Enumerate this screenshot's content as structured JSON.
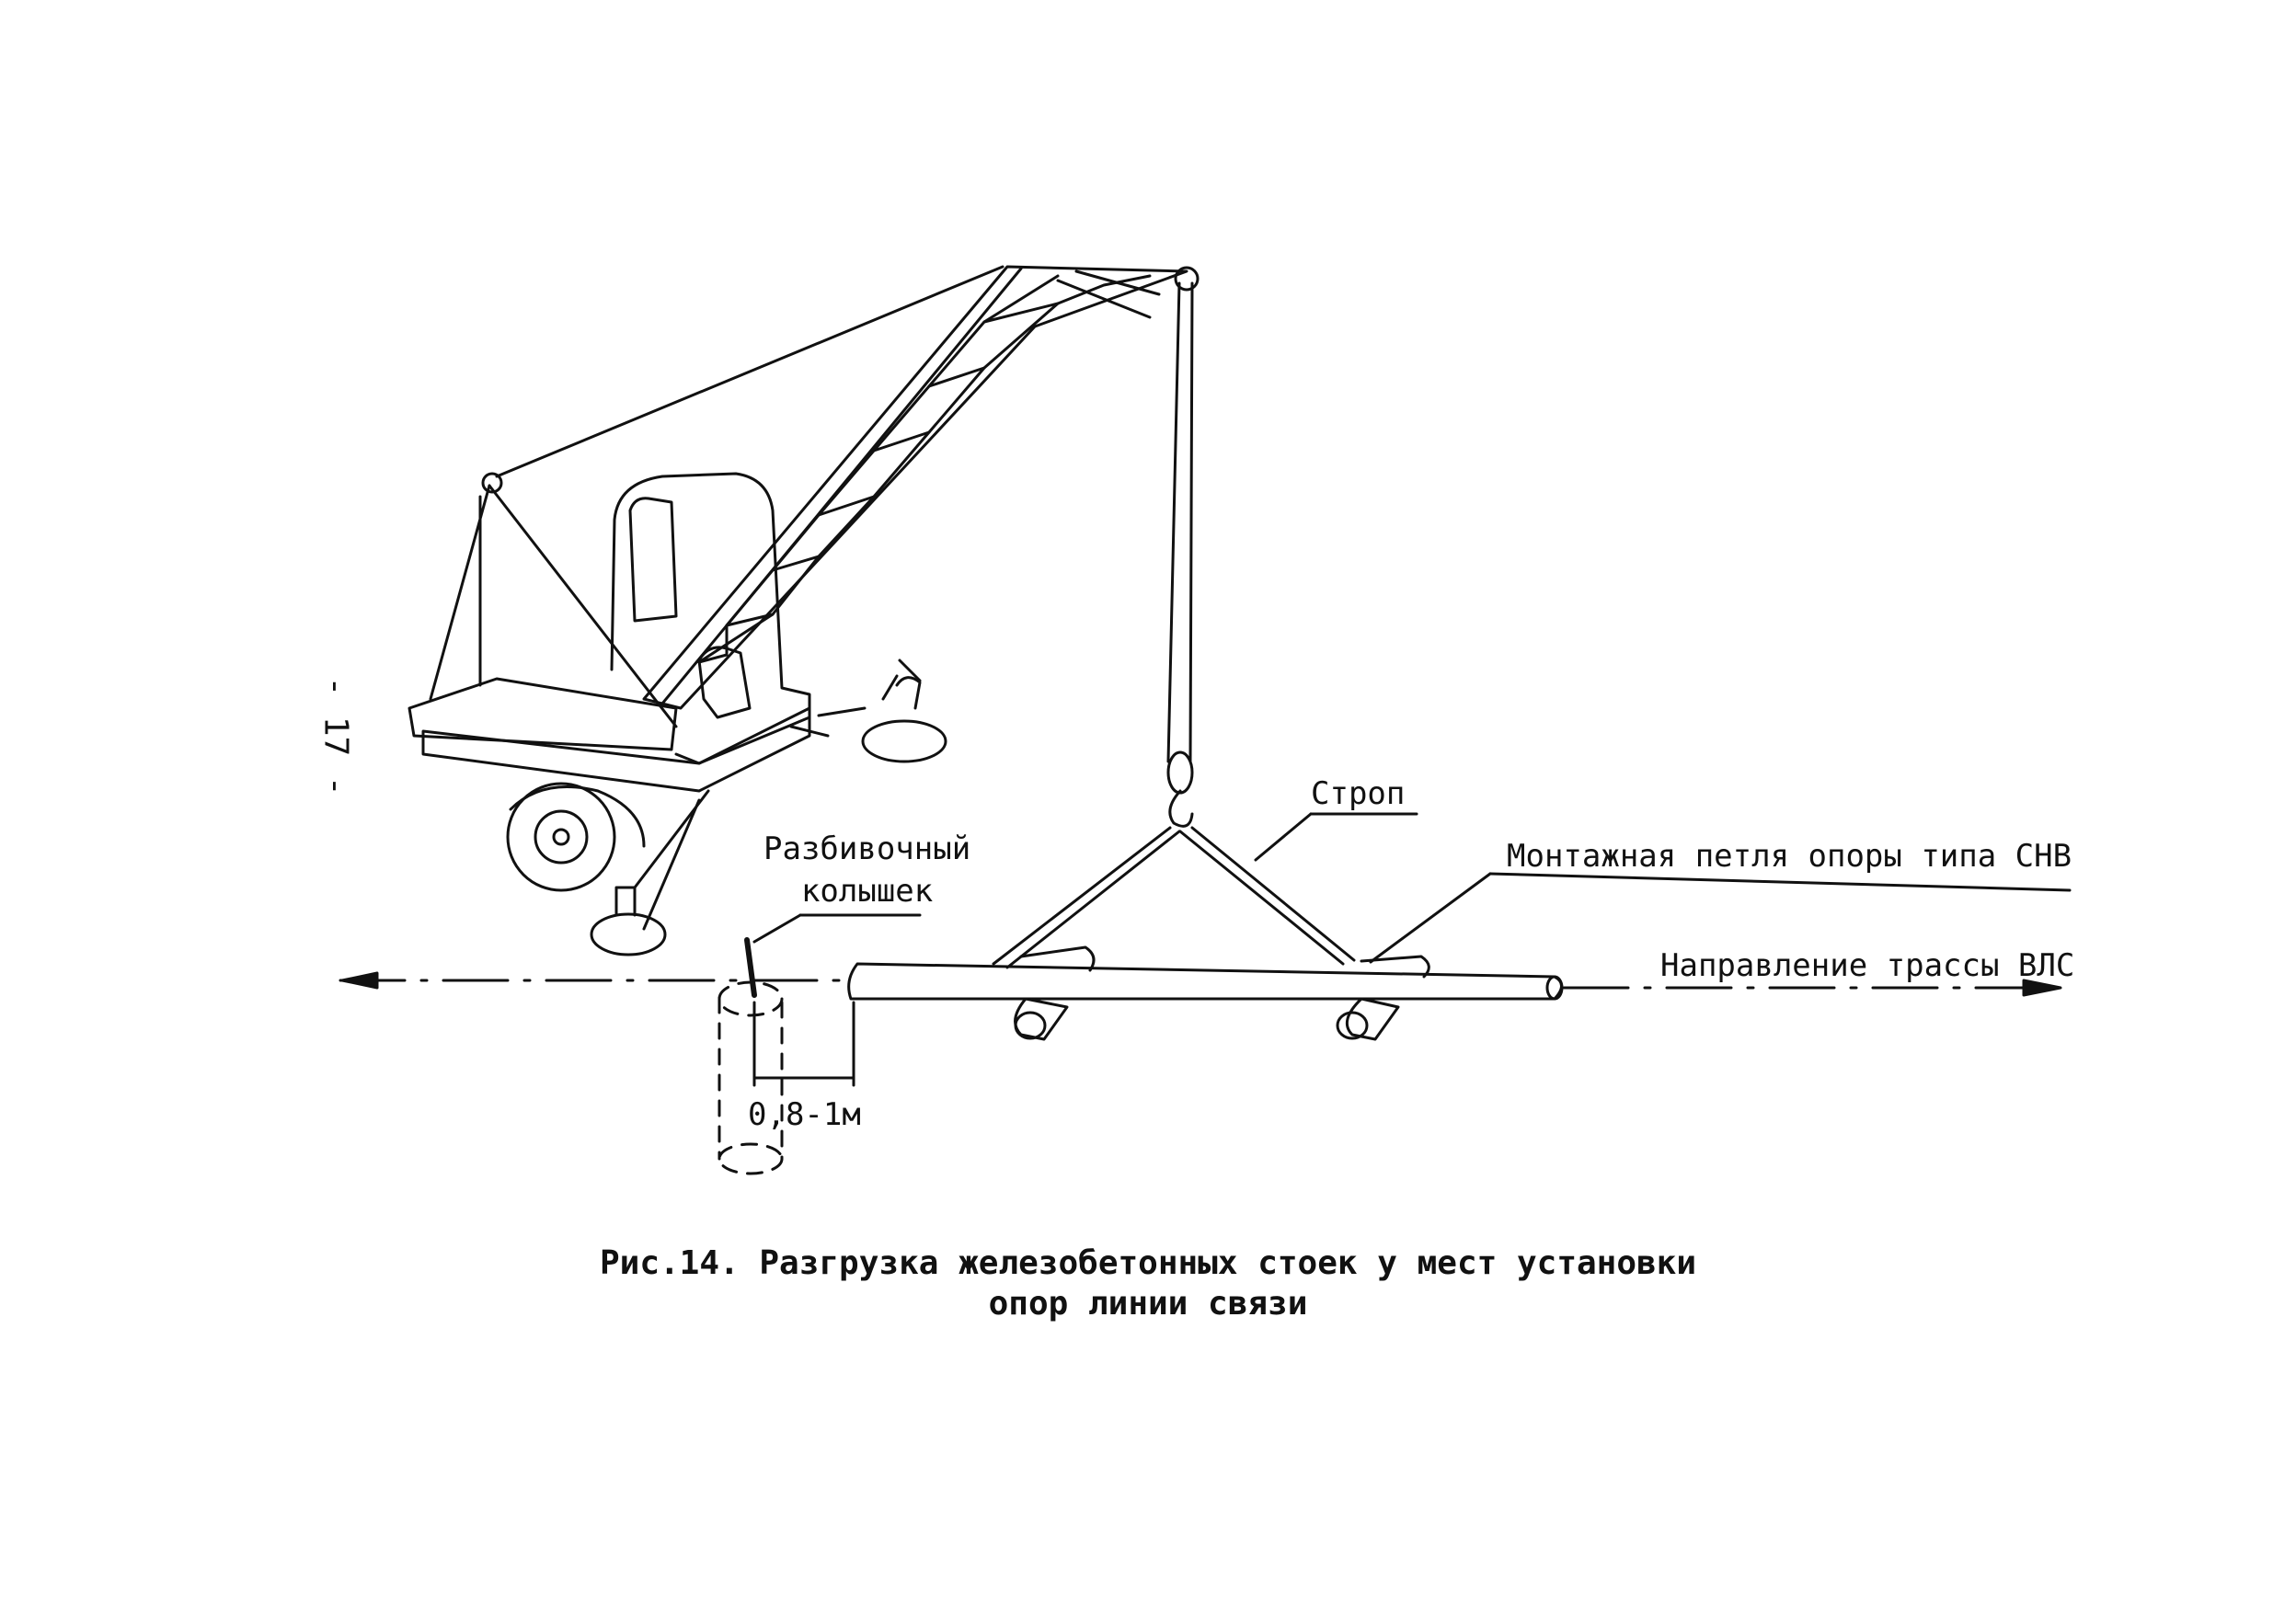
{
  "page": {
    "number": "- 17 -"
  },
  "labels": {
    "stake_line1": "Разбивочный",
    "stake_line2": "колышек",
    "sling": "Строп",
    "mounting_loop": "Монтажная петля опоры  типа СНВ",
    "route_direction": "Направление трассы ВЛС",
    "distance": "0,8-1м"
  },
  "caption": {
    "line1": "Рис.14. Разгрузка железобетонных стоек у мест установки",
    "line2": "опор линии связи"
  }
}
